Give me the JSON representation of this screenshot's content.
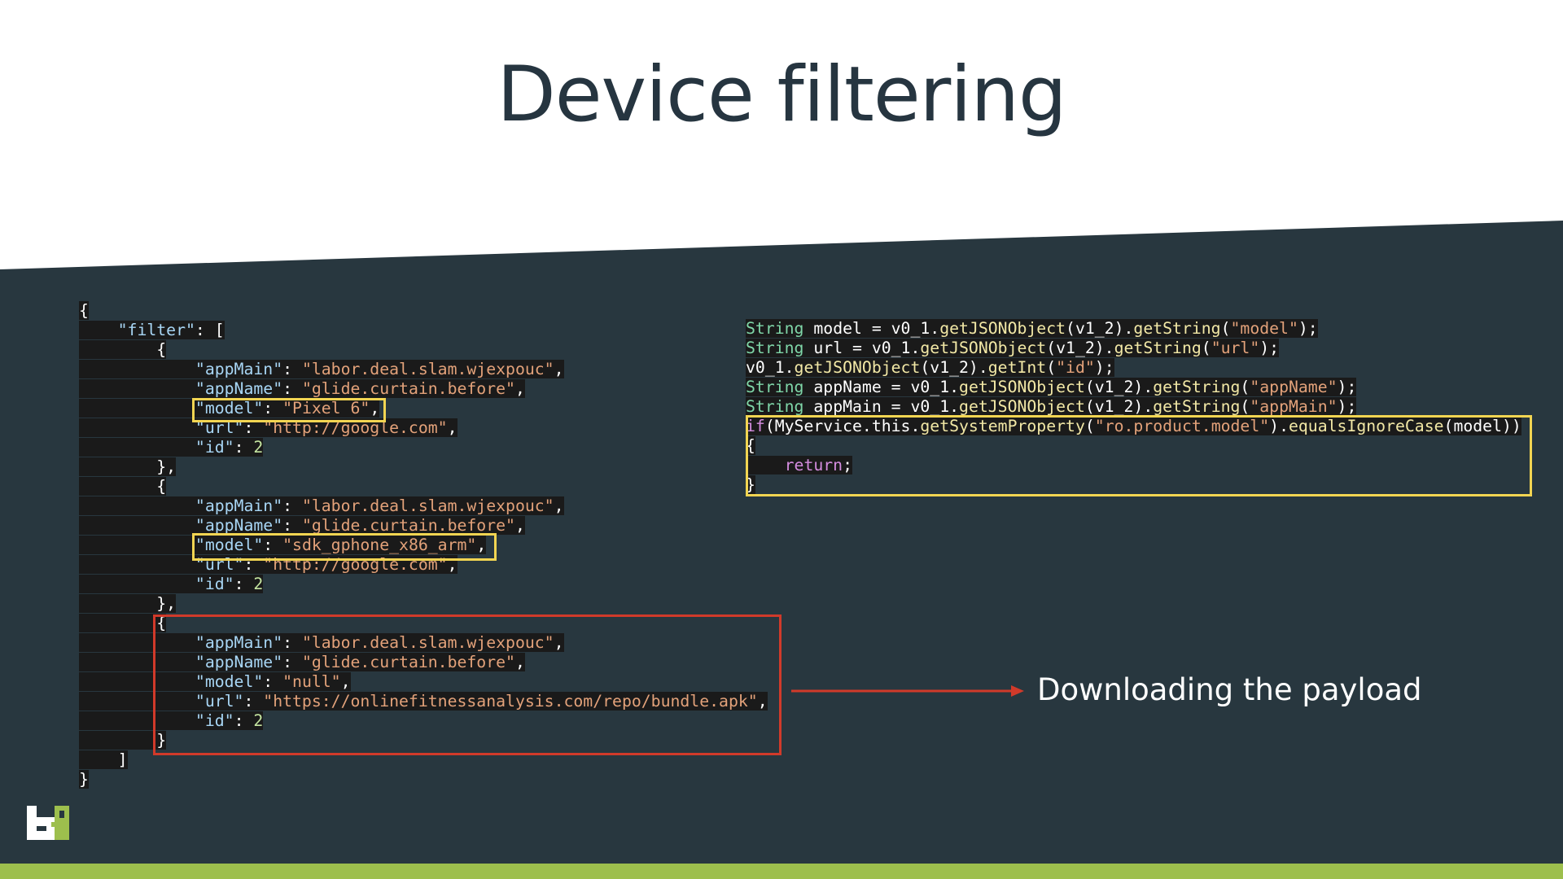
{
  "title": "Device filtering",
  "json_lines": [
    [
      {
        "t": "{",
        "c": "w"
      }
    ],
    [
      {
        "t": "    ",
        "c": "w"
      },
      {
        "t": "\"filter\"",
        "c": "k"
      },
      {
        "t": ": [",
        "c": "w"
      }
    ],
    [
      {
        "t": "        {",
        "c": "w"
      }
    ],
    [
      {
        "t": "            ",
        "c": "w"
      },
      {
        "t": "\"appMain\"",
        "c": "k"
      },
      {
        "t": ": ",
        "c": "w"
      },
      {
        "t": "\"labor.deal.slam.wjexpouc\"",
        "c": "s"
      },
      {
        "t": ",",
        "c": "w"
      }
    ],
    [
      {
        "t": "            ",
        "c": "w"
      },
      {
        "t": "\"appName\"",
        "c": "k"
      },
      {
        "t": ": ",
        "c": "w"
      },
      {
        "t": "\"glide.curtain.before\"",
        "c": "s"
      },
      {
        "t": ",",
        "c": "w"
      }
    ],
    [
      {
        "t": "            ",
        "c": "w"
      },
      {
        "t": "\"model\"",
        "c": "k"
      },
      {
        "t": ": ",
        "c": "w"
      },
      {
        "t": "\"Pixel 6\"",
        "c": "s"
      },
      {
        "t": ",",
        "c": "w"
      }
    ],
    [
      {
        "t": "            ",
        "c": "w"
      },
      {
        "t": "\"url\"",
        "c": "k"
      },
      {
        "t": ": ",
        "c": "w"
      },
      {
        "t": "\"http://google.com\"",
        "c": "s"
      },
      {
        "t": ",",
        "c": "w"
      }
    ],
    [
      {
        "t": "            ",
        "c": "w"
      },
      {
        "t": "\"id\"",
        "c": "k"
      },
      {
        "t": ": ",
        "c": "w"
      },
      {
        "t": "2",
        "c": "n"
      }
    ],
    [
      {
        "t": "        },",
        "c": "w"
      }
    ],
    [
      {
        "t": "        {",
        "c": "w"
      }
    ],
    [
      {
        "t": "            ",
        "c": "w"
      },
      {
        "t": "\"appMain\"",
        "c": "k"
      },
      {
        "t": ": ",
        "c": "w"
      },
      {
        "t": "\"labor.deal.slam.wjexpouc\"",
        "c": "s"
      },
      {
        "t": ",",
        "c": "w"
      }
    ],
    [
      {
        "t": "            ",
        "c": "w"
      },
      {
        "t": "\"appName\"",
        "c": "k"
      },
      {
        "t": ": ",
        "c": "w"
      },
      {
        "t": "\"glide.curtain.before\"",
        "c": "s"
      },
      {
        "t": ",",
        "c": "w"
      }
    ],
    [
      {
        "t": "            ",
        "c": "w"
      },
      {
        "t": "\"model\"",
        "c": "k"
      },
      {
        "t": ": ",
        "c": "w"
      },
      {
        "t": "\"sdk_gphone_x86_arm\"",
        "c": "s"
      },
      {
        "t": ",",
        "c": "w"
      }
    ],
    [
      {
        "t": "            ",
        "c": "w"
      },
      {
        "t": "\"url\"",
        "c": "k"
      },
      {
        "t": ": ",
        "c": "w"
      },
      {
        "t": "\"http://google.com\"",
        "c": "s"
      },
      {
        "t": ",",
        "c": "w"
      }
    ],
    [
      {
        "t": "            ",
        "c": "w"
      },
      {
        "t": "\"id\"",
        "c": "k"
      },
      {
        "t": ": ",
        "c": "w"
      },
      {
        "t": "2",
        "c": "n"
      }
    ],
    [
      {
        "t": "        },",
        "c": "w"
      }
    ],
    [
      {
        "t": "        {",
        "c": "w"
      }
    ],
    [
      {
        "t": "            ",
        "c": "w"
      },
      {
        "t": "\"appMain\"",
        "c": "k"
      },
      {
        "t": ": ",
        "c": "w"
      },
      {
        "t": "\"labor.deal.slam.wjexpouc\"",
        "c": "s"
      },
      {
        "t": ",",
        "c": "w"
      }
    ],
    [
      {
        "t": "            ",
        "c": "w"
      },
      {
        "t": "\"appName\"",
        "c": "k"
      },
      {
        "t": ": ",
        "c": "w"
      },
      {
        "t": "\"glide.curtain.before\"",
        "c": "s"
      },
      {
        "t": ",",
        "c": "w"
      }
    ],
    [
      {
        "t": "            ",
        "c": "w"
      },
      {
        "t": "\"model\"",
        "c": "k"
      },
      {
        "t": ": ",
        "c": "w"
      },
      {
        "t": "\"null\"",
        "c": "s"
      },
      {
        "t": ",",
        "c": "w"
      }
    ],
    [
      {
        "t": "            ",
        "c": "w"
      },
      {
        "t": "\"url\"",
        "c": "k"
      },
      {
        "t": ": ",
        "c": "w"
      },
      {
        "t": "\"https://onlinefitnessanalysis.com/repo/bundle.apk\"",
        "c": "s"
      },
      {
        "t": ",",
        "c": "w"
      }
    ],
    [
      {
        "t": "            ",
        "c": "w"
      },
      {
        "t": "\"id\"",
        "c": "k"
      },
      {
        "t": ": ",
        "c": "w"
      },
      {
        "t": "2",
        "c": "n"
      }
    ],
    [
      {
        "t": "        }",
        "c": "w"
      }
    ],
    [
      {
        "t": "    ]",
        "c": "w"
      }
    ],
    [
      {
        "t": "}",
        "c": "w"
      }
    ]
  ],
  "java_lines": [
    [
      {
        "t": "String",
        "c": "t"
      },
      {
        "t": " model = v0_1.",
        "c": "w"
      },
      {
        "t": "getJSONObject",
        "c": "f"
      },
      {
        "t": "(v1_2).",
        "c": "w"
      },
      {
        "t": "getString",
        "c": "f"
      },
      {
        "t": "(",
        "c": "w"
      },
      {
        "t": "\"model\"",
        "c": "s"
      },
      {
        "t": ");",
        "c": "w"
      }
    ],
    [
      {
        "t": "String",
        "c": "t"
      },
      {
        "t": " url = v0_1.",
        "c": "w"
      },
      {
        "t": "getJSONObject",
        "c": "f"
      },
      {
        "t": "(v1_2).",
        "c": "w"
      },
      {
        "t": "getString",
        "c": "f"
      },
      {
        "t": "(",
        "c": "w"
      },
      {
        "t": "\"url\"",
        "c": "s"
      },
      {
        "t": ");",
        "c": "w"
      }
    ],
    [
      {
        "t": "v0_1.",
        "c": "w"
      },
      {
        "t": "getJSONObject",
        "c": "f"
      },
      {
        "t": "(v1_2).",
        "c": "w"
      },
      {
        "t": "getInt",
        "c": "f"
      },
      {
        "t": "(",
        "c": "w"
      },
      {
        "t": "\"id\"",
        "c": "s"
      },
      {
        "t": ");",
        "c": "w"
      }
    ],
    [
      {
        "t": "String",
        "c": "t"
      },
      {
        "t": " appName = v0_1.",
        "c": "w"
      },
      {
        "t": "getJSONObject",
        "c": "f"
      },
      {
        "t": "(v1_2).",
        "c": "w"
      },
      {
        "t": "getString",
        "c": "f"
      },
      {
        "t": "(",
        "c": "w"
      },
      {
        "t": "\"appName\"",
        "c": "s"
      },
      {
        "t": ");",
        "c": "w"
      }
    ],
    [
      {
        "t": "String",
        "c": "t"
      },
      {
        "t": " appMain = v0_1.",
        "c": "w"
      },
      {
        "t": "getJSONObject",
        "c": "f"
      },
      {
        "t": "(v1_2).",
        "c": "w"
      },
      {
        "t": "getString",
        "c": "f"
      },
      {
        "t": "(",
        "c": "w"
      },
      {
        "t": "\"appMain\"",
        "c": "s"
      },
      {
        "t": ");",
        "c": "w"
      }
    ],
    [
      {
        "t": "if",
        "c": "kw"
      },
      {
        "t": "(MyService.this.",
        "c": "w"
      },
      {
        "t": "getSystemProperty",
        "c": "f"
      },
      {
        "t": "(",
        "c": "w"
      },
      {
        "t": "\"ro.product.model\"",
        "c": "s"
      },
      {
        "t": ").",
        "c": "w"
      },
      {
        "t": "equalsIgnoreCase",
        "c": "f"
      },
      {
        "t": "(model))",
        "c": "w"
      }
    ],
    [
      {
        "t": "{",
        "c": "w"
      }
    ],
    [
      {
        "t": "    ",
        "c": "w"
      },
      {
        "t": "return",
        "c": "kw"
      },
      {
        "t": ";",
        "c": "w"
      }
    ],
    [
      {
        "t": "}",
        "c": "w"
      }
    ]
  ],
  "caption": "Downloading the payload",
  "colors": {
    "background_dark": "#28373f",
    "title": "#263540",
    "accent_green": "#9dbf4d",
    "highlight_yellow": "#f2d552",
    "highlight_red": "#d13a2a"
  },
  "icons": {
    "logo": "logo-icon",
    "arrow": "arrow-right-icon"
  }
}
